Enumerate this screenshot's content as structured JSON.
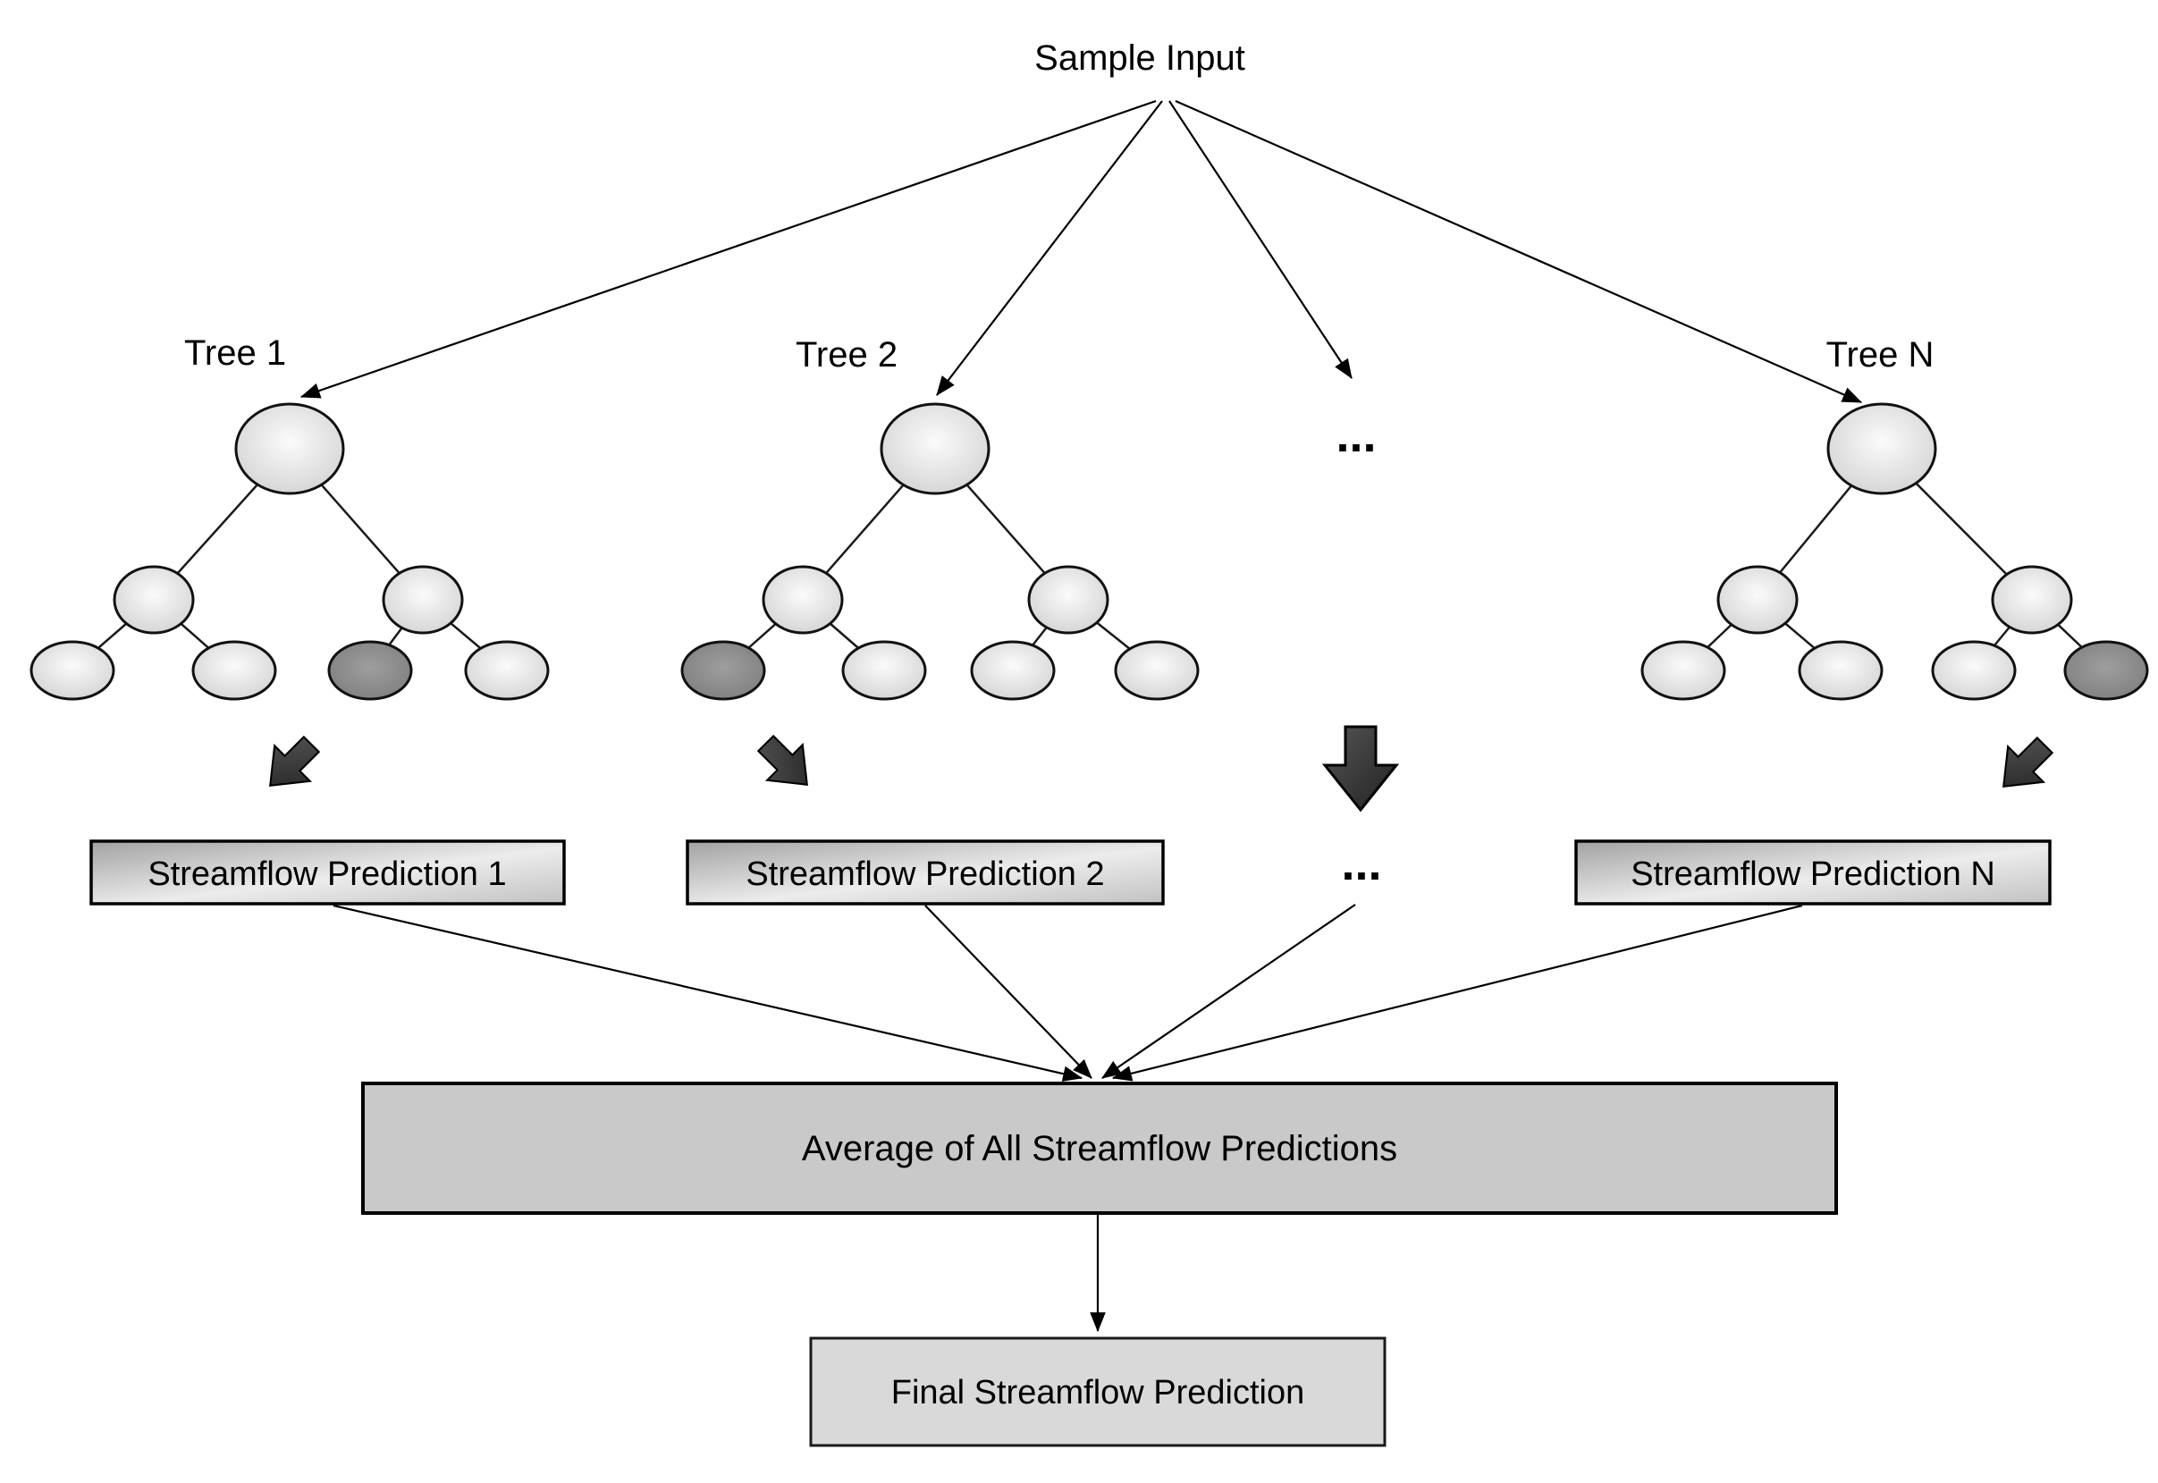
{
  "header": {
    "title": "Sample Input"
  },
  "trees": [
    {
      "label": "Tree 1"
    },
    {
      "label": "Tree 2"
    },
    {
      "label": "Tree N"
    }
  ],
  "ellipsis": {
    "top": "...",
    "middle": "..."
  },
  "predictions": [
    {
      "label": "Streamflow Prediction 1"
    },
    {
      "label": "Streamflow Prediction 2"
    },
    {
      "label": "Streamflow Prediction N"
    }
  ],
  "aggregate": {
    "label": "Average of All Streamflow Predictions"
  },
  "final": {
    "label": "Final Streamflow Prediction"
  },
  "colors": {
    "background": "#ffffff",
    "line": "#000000",
    "node_light_center": "#fafafa",
    "node_light_edge": "#d2d2d2",
    "node_dark_center": "#9e9e9e",
    "node_dark_edge": "#7d7d7d",
    "block_arrow_light": "#555555",
    "block_arrow_dark": "#222222",
    "prediction_box_dark": "#a2a2a2",
    "prediction_box_light": "#ececec",
    "prediction_box_mid": "#c2c2c2",
    "average_box_fill": "#c9c9c9",
    "final_box_fill": "#d9d9d9"
  }
}
